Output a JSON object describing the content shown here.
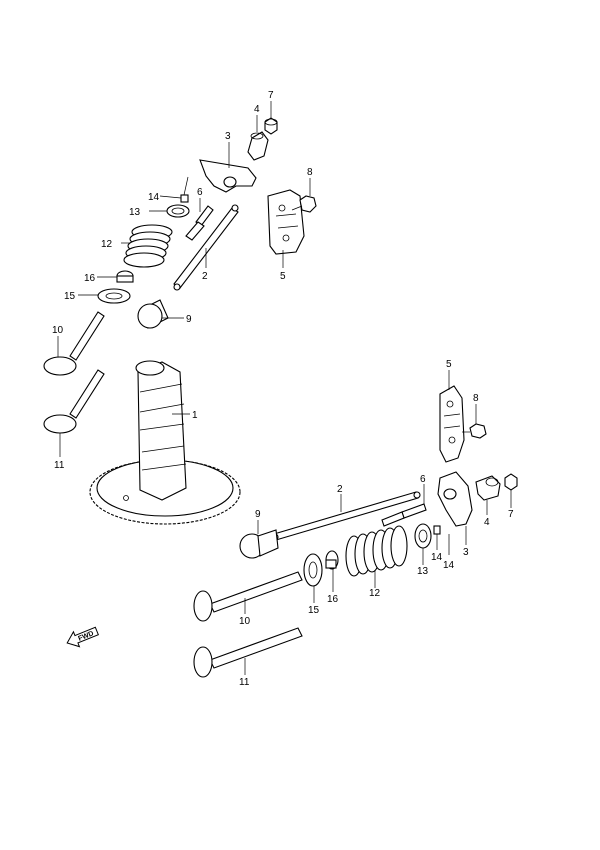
{
  "callouts": {
    "upper": [
      "1",
      "2",
      "3",
      "4",
      "5",
      "6",
      "7",
      "8",
      "9",
      "10",
      "11",
      "12",
      "13",
      "14",
      "15",
      "16"
    ],
    "lower": [
      "2",
      "3",
      "4",
      "5",
      "6",
      "7",
      "8",
      "9",
      "10",
      "11",
      "12",
      "13",
      "14",
      "14",
      "15",
      "16"
    ]
  },
  "fwd_label": "FWD"
}
